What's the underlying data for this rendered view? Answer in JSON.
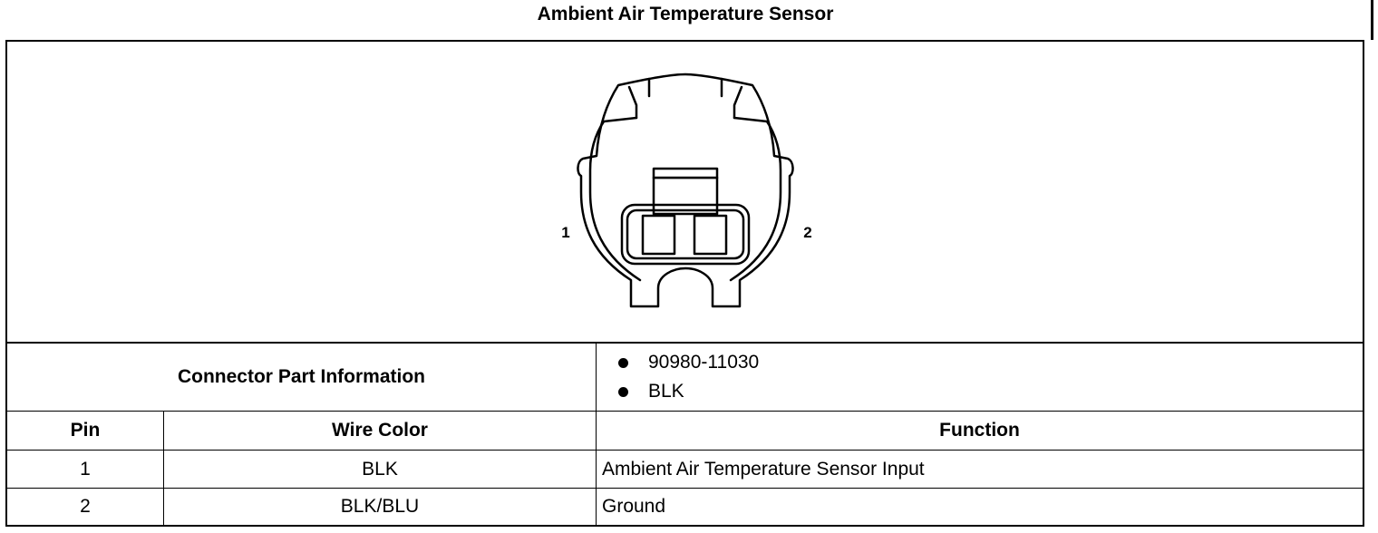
{
  "title": "Ambient Air Temperature Sensor",
  "connector": {
    "pin_left_label": "1",
    "pin_right_label": "2"
  },
  "part_info": {
    "label": "Connector Part Information",
    "items": [
      "90980-11030",
      "BLK"
    ]
  },
  "table": {
    "headers": {
      "pin": "Pin",
      "wire_color": "Wire Color",
      "function": "Function"
    },
    "rows": [
      {
        "pin": "1",
        "wire_color": "BLK",
        "function": "Ambient Air Temperature Sensor Input"
      },
      {
        "pin": "2",
        "wire_color": "BLK/BLU",
        "function": "Ground"
      }
    ]
  }
}
